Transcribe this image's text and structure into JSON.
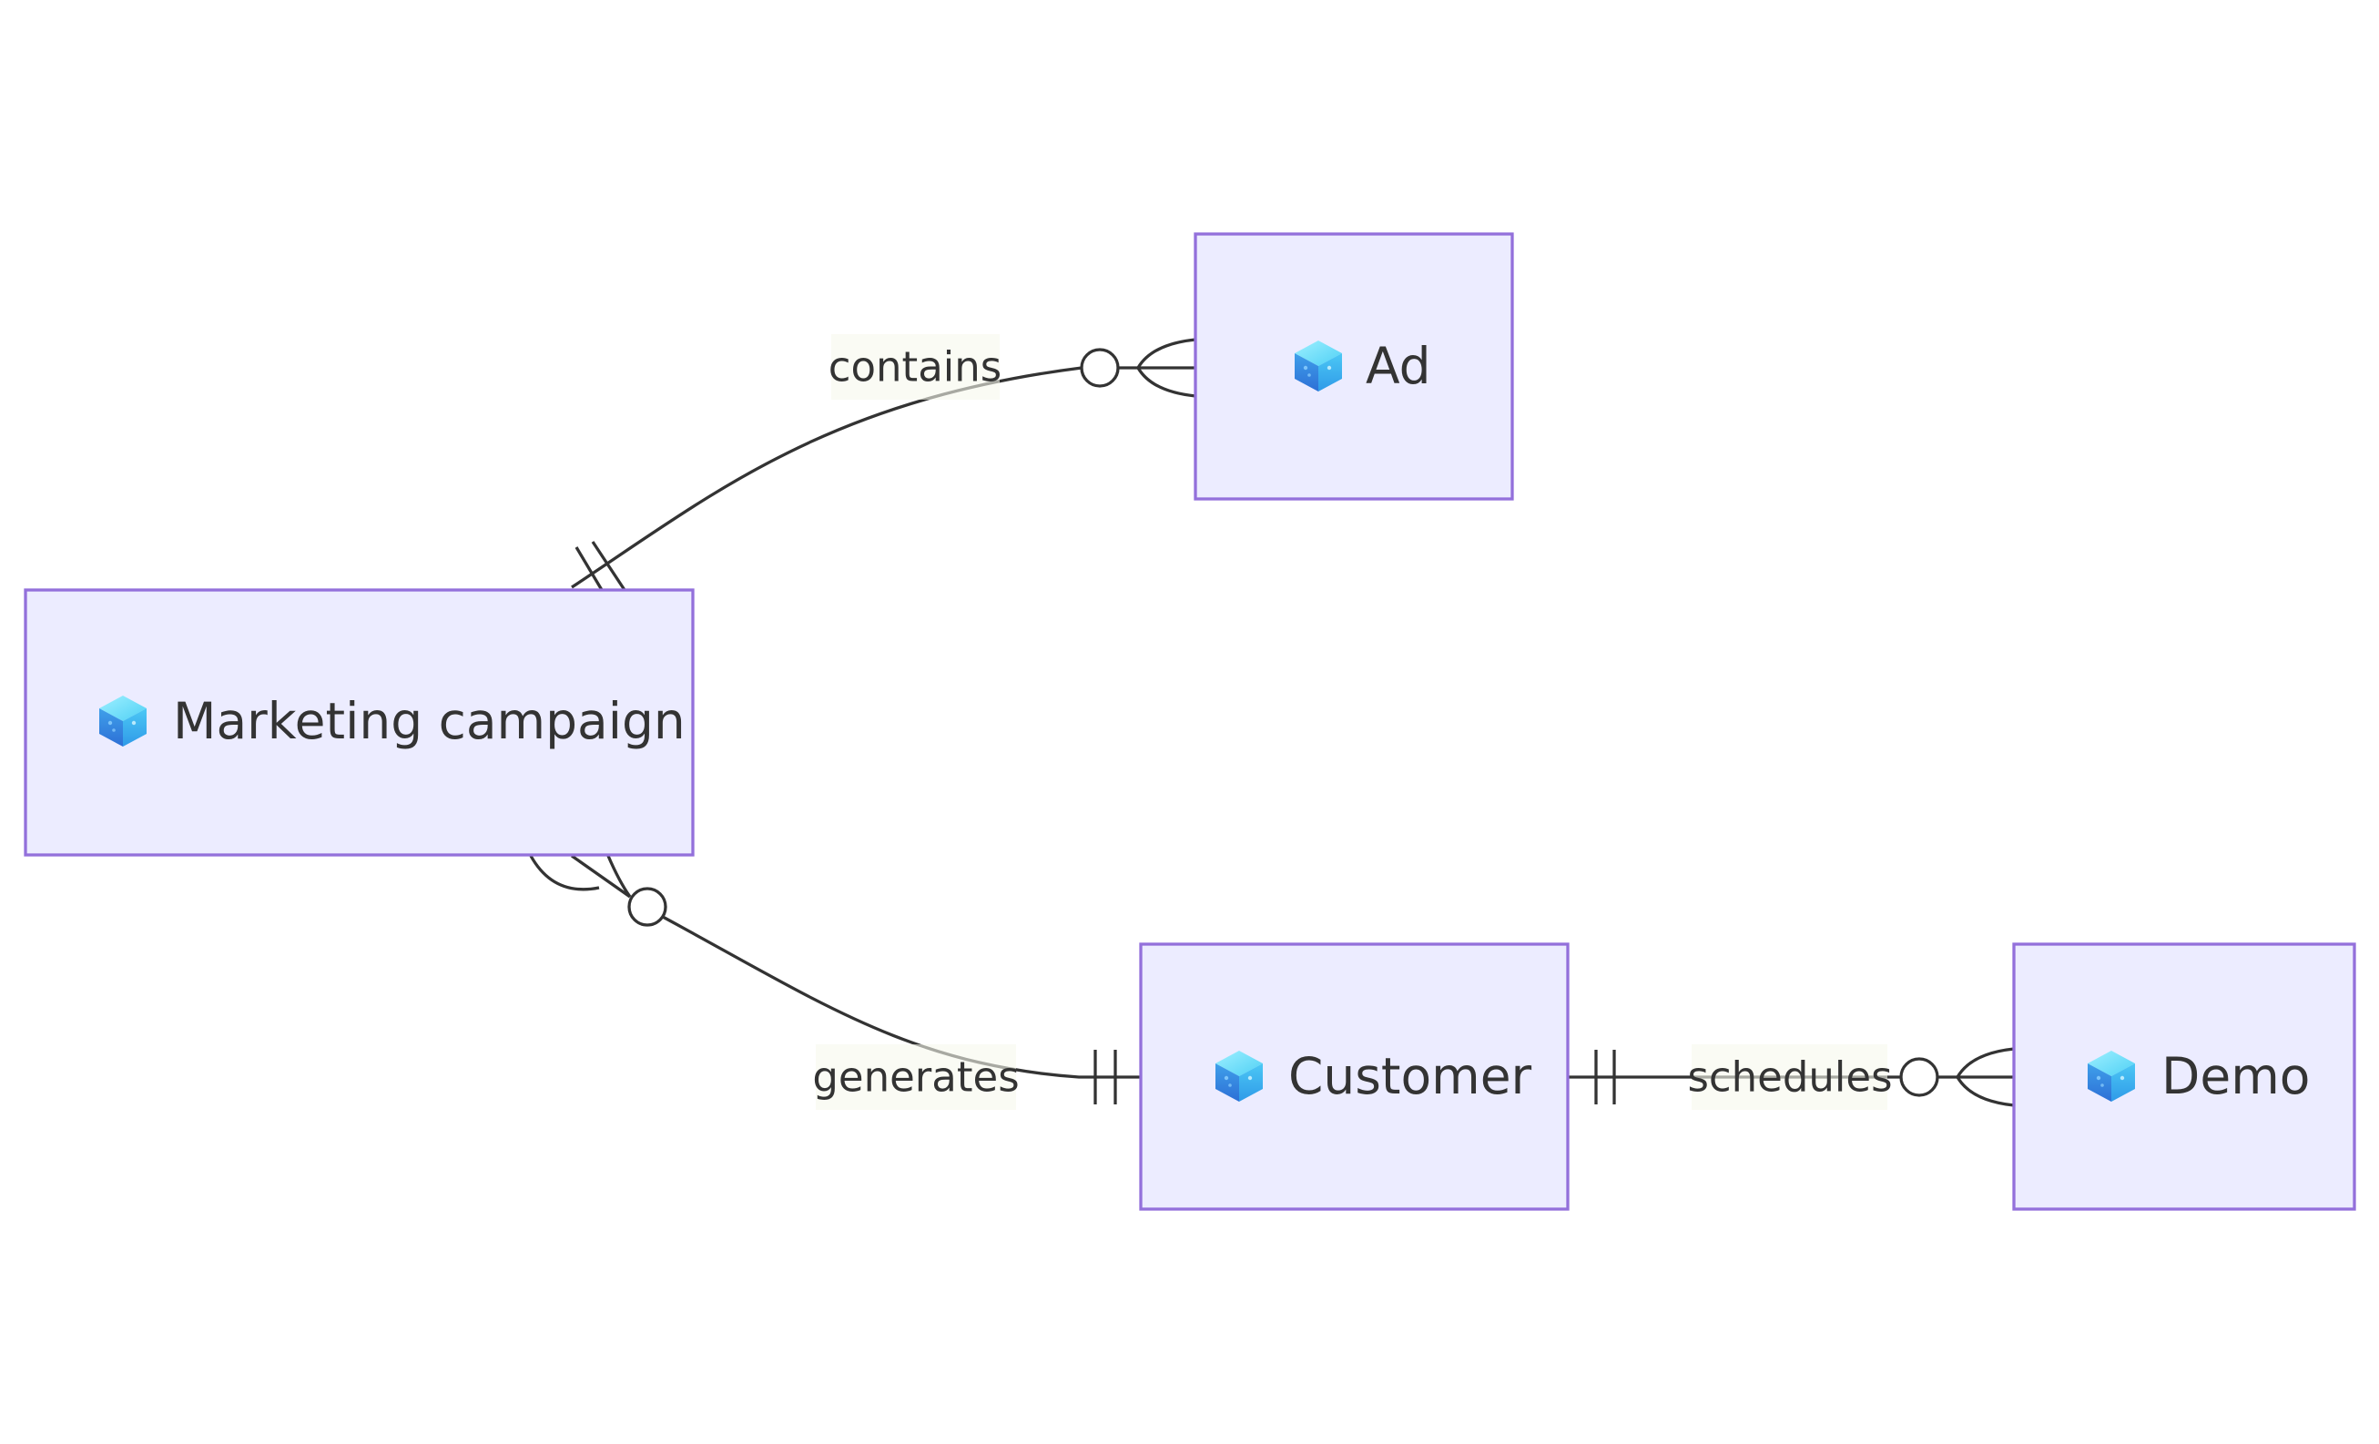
{
  "diagram": {
    "type": "entity-relationship",
    "entities": [
      {
        "id": "marketing_campaign",
        "label": "Marketing campaign",
        "icon": "cube-icon"
      },
      {
        "id": "ad",
        "label": "Ad",
        "icon": "cube-icon"
      },
      {
        "id": "customer",
        "label": "Customer",
        "icon": "cube-icon"
      },
      {
        "id": "demo",
        "label": "Demo",
        "icon": "cube-icon"
      }
    ],
    "relationships": [
      {
        "label": "contains",
        "from": "marketing_campaign",
        "to": "ad",
        "from_cardinality": "exactly-one",
        "to_cardinality": "zero-or-more"
      },
      {
        "label": "generates",
        "from": "customer",
        "to": "marketing_campaign",
        "from_cardinality": "exactly-one",
        "to_cardinality": "zero-or-more"
      },
      {
        "label": "schedules",
        "from": "customer",
        "to": "demo",
        "from_cardinality": "exactly-one",
        "to_cardinality": "zero-or-more"
      }
    ]
  },
  "colors": {
    "entity_fill": "#ECECFF",
    "entity_stroke": "#9370DB",
    "line": "#333333",
    "label_bg": "#f6f9ec",
    "text": "#333333"
  }
}
